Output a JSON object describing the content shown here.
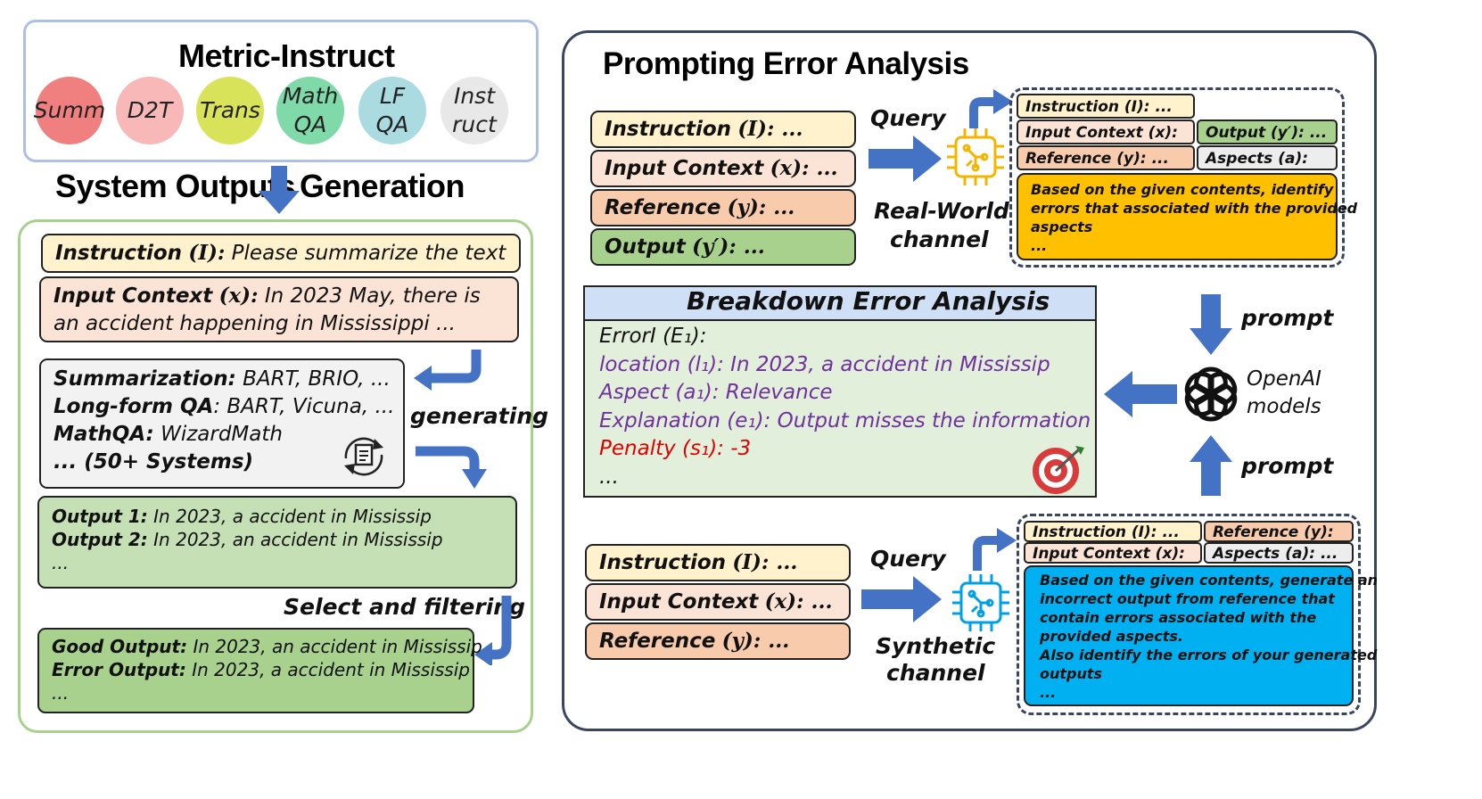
{
  "left": {
    "metric_title": "Metric-Instruct",
    "tasks": [
      {
        "lines": [
          "Summ"
        ],
        "color": "#f08080"
      },
      {
        "lines": [
          "D2T"
        ],
        "color": "#f8b8b8"
      },
      {
        "lines": [
          "Trans"
        ],
        "color": "#d9e35a"
      },
      {
        "lines": [
          "Math",
          "QA"
        ],
        "color": "#7fd9a8"
      },
      {
        "lines": [
          "LF",
          "QA"
        ],
        "color": "#a9dbe0"
      },
      {
        "lines": [
          "Inst",
          "ruct"
        ],
        "color": "#e8e8e8"
      }
    ],
    "system_outputs_label": "System Outputs",
    "generation_label": "Generation",
    "instruction_key": "Instruction",
    "instruction_sym": "(I):",
    "instruction_text": "Please summarize the text",
    "input_key": "Input Context",
    "input_sym": "(x):",
    "input_text_1": "In 2023 May, there is",
    "input_text_2": "an accident happening in Mississippi ...",
    "systems": [
      {
        "key": "Summarization:",
        "value": "BART, BRIO, ..."
      },
      {
        "key": "Long-form QA",
        "value": ": BART, Vicuna, ..."
      },
      {
        "key": "MathQA:",
        "value": "WizardMath"
      }
    ],
    "systems_more": "... (50+ Systems)",
    "generating_label": "generating",
    "outputs": [
      {
        "key": "Output 1:",
        "value": "In 2023, a accident in Mississip"
      },
      {
        "key": "Output 2:",
        "value": "In 2023, an accident in Mississip"
      }
    ],
    "outputs_more": "...",
    "select_label": "Select and filtering",
    "good_key": "Good Output:",
    "good_value": "In 2023, an accident in Mississip",
    "error_key": "Error Output:",
    "error_value": "In 2023, a accident in Mississip",
    "final_more": "..."
  },
  "right": {
    "title": "Prompting Error Analysis",
    "real_inputs": [
      {
        "key": "Instruction",
        "sym": "(I): ..."
      },
      {
        "key": "Input Context",
        "sym": "(x): ..."
      },
      {
        "key": "Reference",
        "sym": "(y): ..."
      },
      {
        "key": "Output",
        "sym": "(y′): ..."
      }
    ],
    "query_label_1": "Query",
    "real_world_label_1": "Real-World",
    "real_world_label_2": "channel",
    "real_prompt": {
      "instruction": "Instruction (I): ...",
      "input": "Input Context (x): ...",
      "output": "Output (y′): ...",
      "reference": "Reference (y): ...",
      "aspects": "Aspects (a): ...",
      "body_1": "Based on the given contents, identify",
      "body_2": "errors that associated with the provided",
      "body_3": "aspects",
      "body_4": "..."
    },
    "breakdown": {
      "title": "Breakdown Error Analysis",
      "error_line": "ErrorI (E₁):",
      "location_line": "location (l₁): In 2023, a accident in Mississip",
      "aspect_line": "Aspect (a₁): Relevance",
      "explanation_line": "Explanation (e₁): Output misses the information",
      "penalty_line": "Penalty (s₁): -3",
      "more": "..."
    },
    "prompt_label_top": "prompt",
    "prompt_label_bottom": "prompt",
    "openai_1": "OpenAI",
    "openai_2": "models",
    "syn_inputs": [
      {
        "key": "Instruction",
        "sym": "(I): ..."
      },
      {
        "key": "Input Context",
        "sym": "(x): ..."
      },
      {
        "key": "Reference",
        "sym": "(y): ..."
      }
    ],
    "query_label_2": "Query",
    "synthetic_label_1": "Synthetic",
    "synthetic_label_2": "channel",
    "syn_prompt": {
      "instruction": "Instruction (I): ...",
      "reference": "Reference (y): ...",
      "input": "Input Context (x): ...",
      "aspects": "Aspects (a): ...",
      "body_1": "Based on the given contents, generate an",
      "body_2": "incorrect output from reference that",
      "body_3": "contain errors associated with the",
      "body_4": "provided aspects.",
      "body_5": "Also identify the errors of your generated",
      "body_6": "outputs",
      "body_7": "..."
    }
  }
}
